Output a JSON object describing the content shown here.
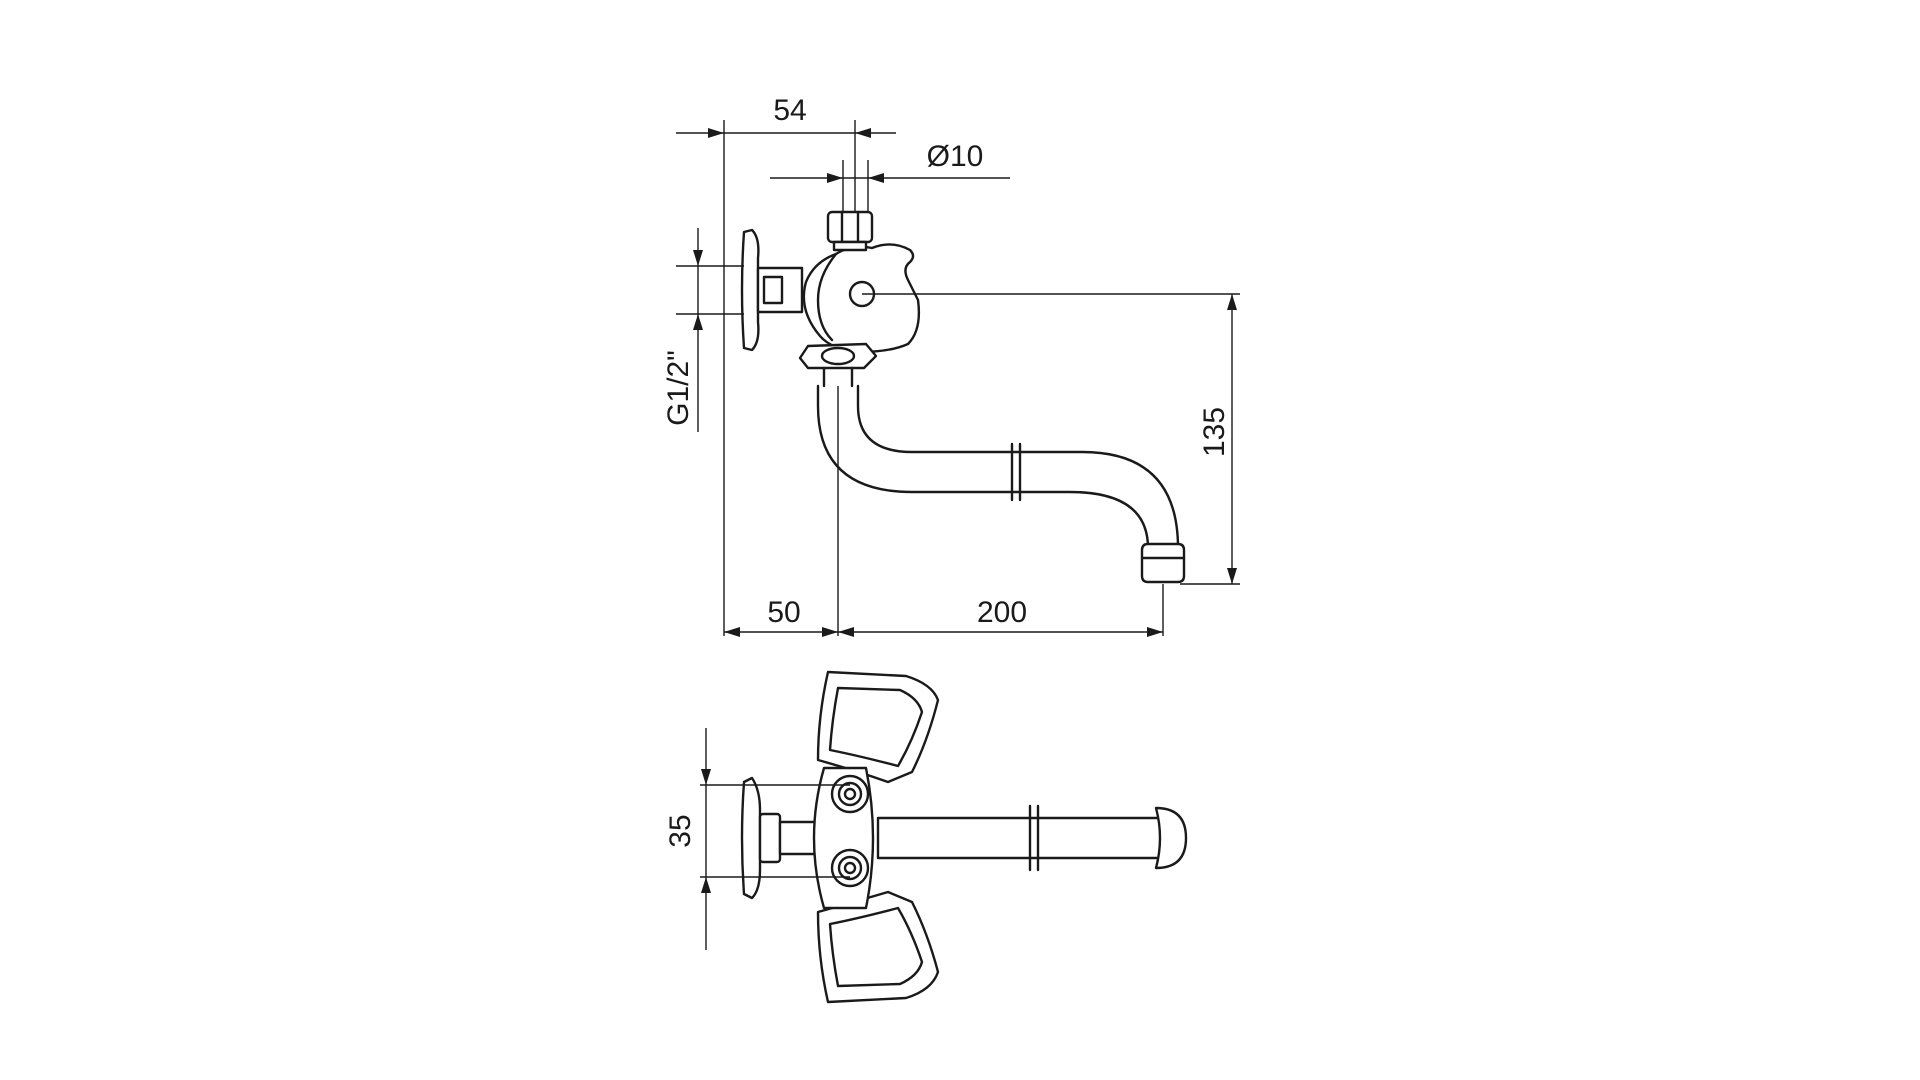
{
  "drawing": {
    "side_view": {
      "dimensions": {
        "top_offset": "54",
        "stem_diameter": "Ø10",
        "thread": "G1/2\"",
        "spout_height": "135",
        "wall_offset": "50",
        "spout_reach": "200"
      }
    },
    "top_view": {
      "dimensions": {
        "inlet_spacing": "35"
      }
    },
    "colors": {
      "line": "#1a1a1a",
      "background": "#ffffff"
    }
  }
}
